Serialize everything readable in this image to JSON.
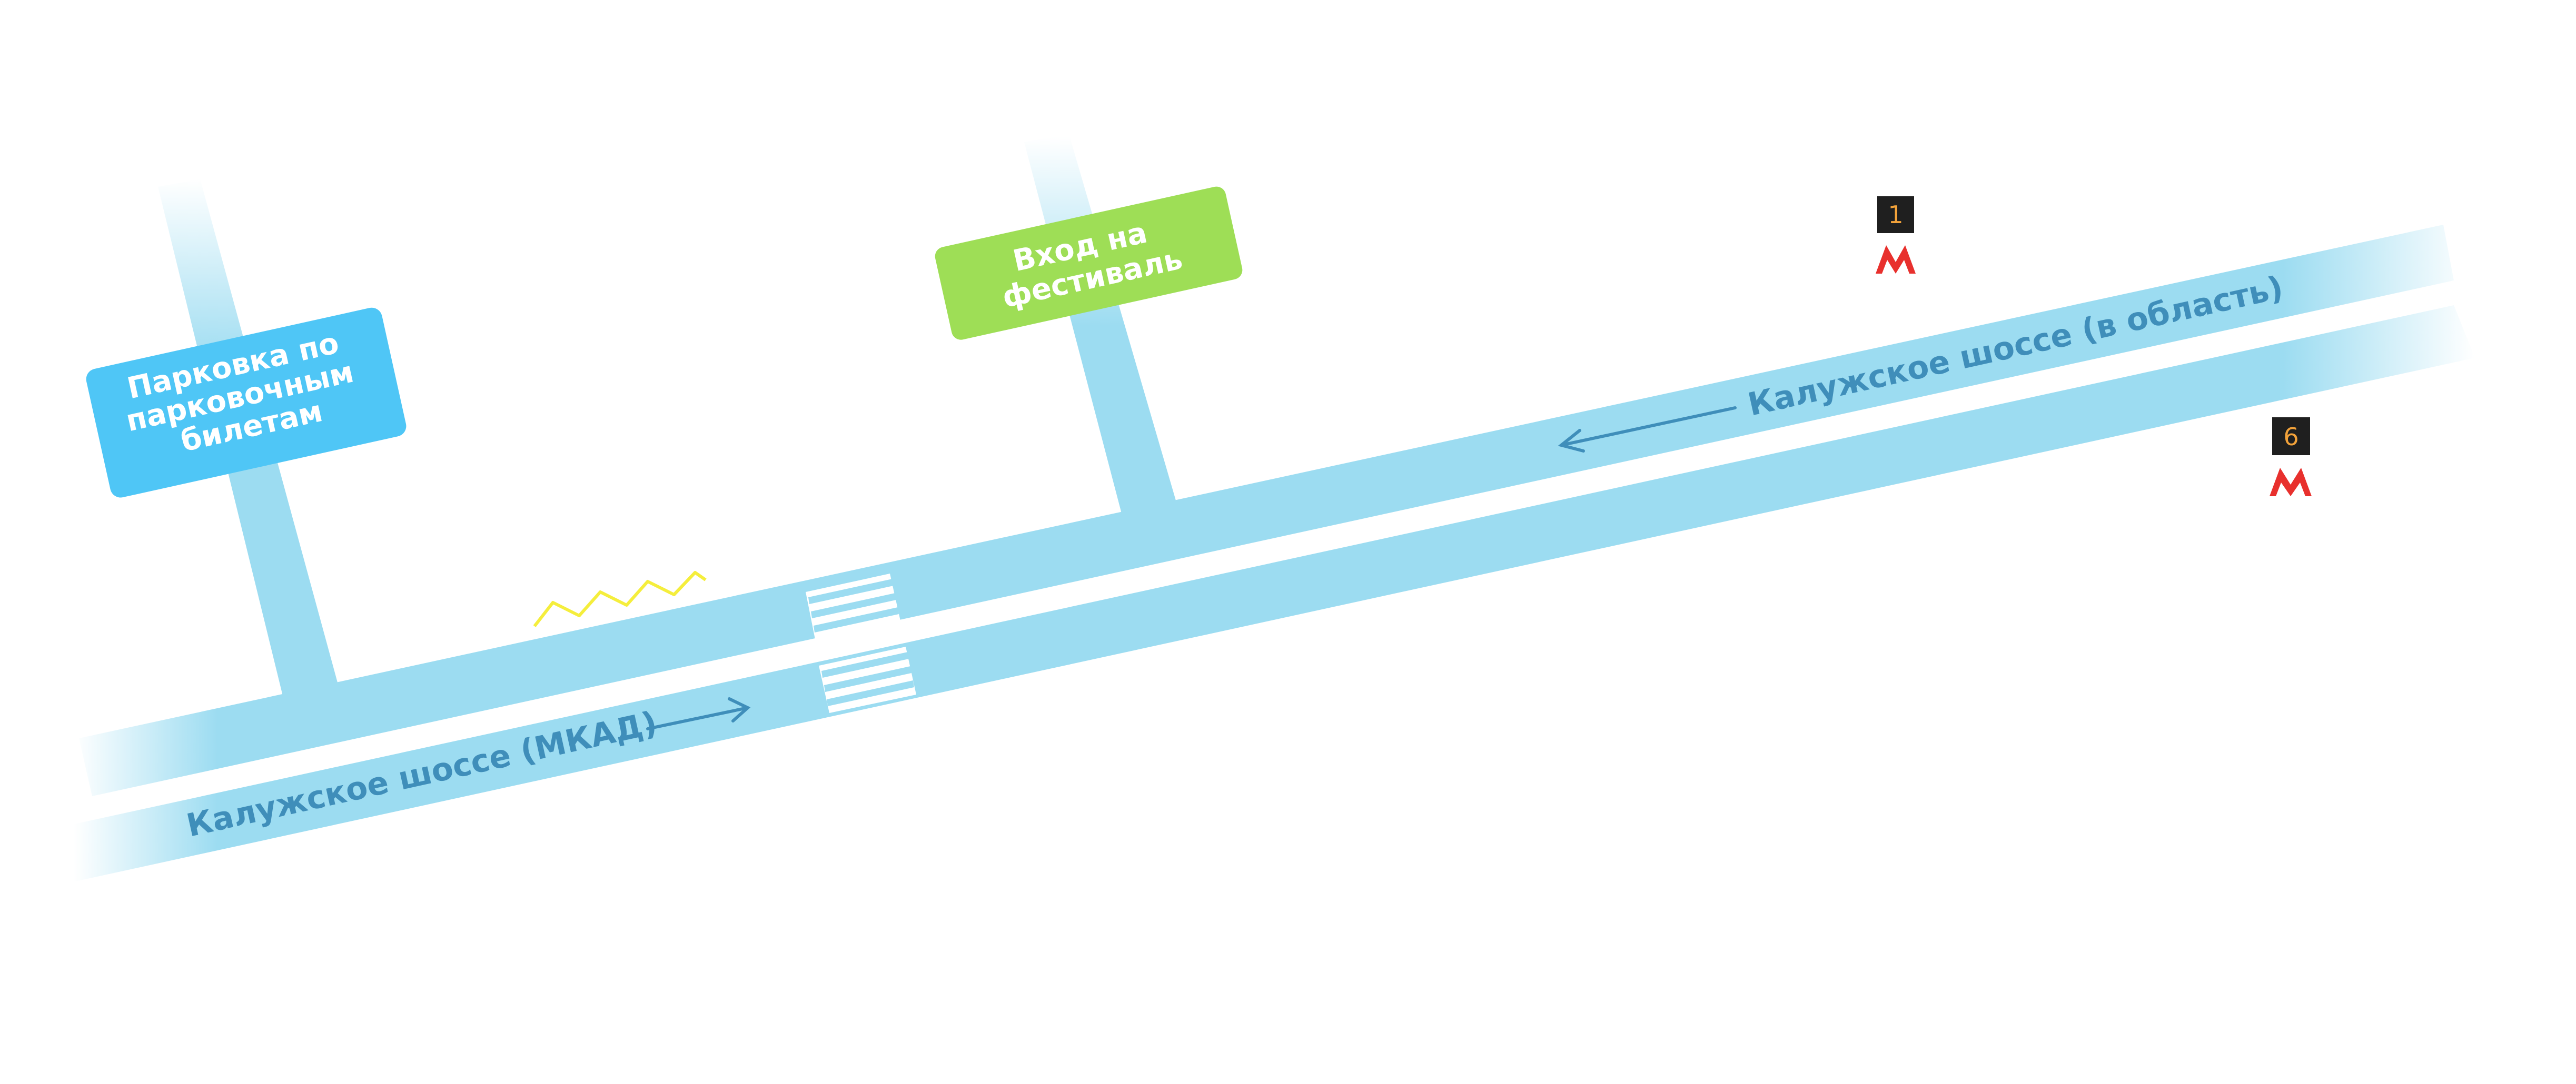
{
  "colors": {
    "road": "#9cdcf1",
    "road_label": "#3f8eba",
    "arrow": "#3f8eba",
    "parking_sign": "#4fc6f6",
    "entrance_sign": "#9ede56",
    "sign_text": "#ffffff",
    "metro_m": "#e8302d",
    "exit_box": "#1f1f1f",
    "exit_number": "#f2a23a",
    "squiggle": "#f5ee3c"
  },
  "roads": {
    "outbound_label": "Калужское шоссе (в область)",
    "mkad_label": "Калужское шоссе (МКАД)"
  },
  "signs": {
    "parking_line1": "Парковка по",
    "parking_line2": "парковочным",
    "parking_line3": "билетам",
    "entrance_line1": "Вход на",
    "entrance_line2": "фестиваль"
  },
  "metro": {
    "exit1_number": "1",
    "exit6_number": "6",
    "icon": "metro-m-icon"
  }
}
